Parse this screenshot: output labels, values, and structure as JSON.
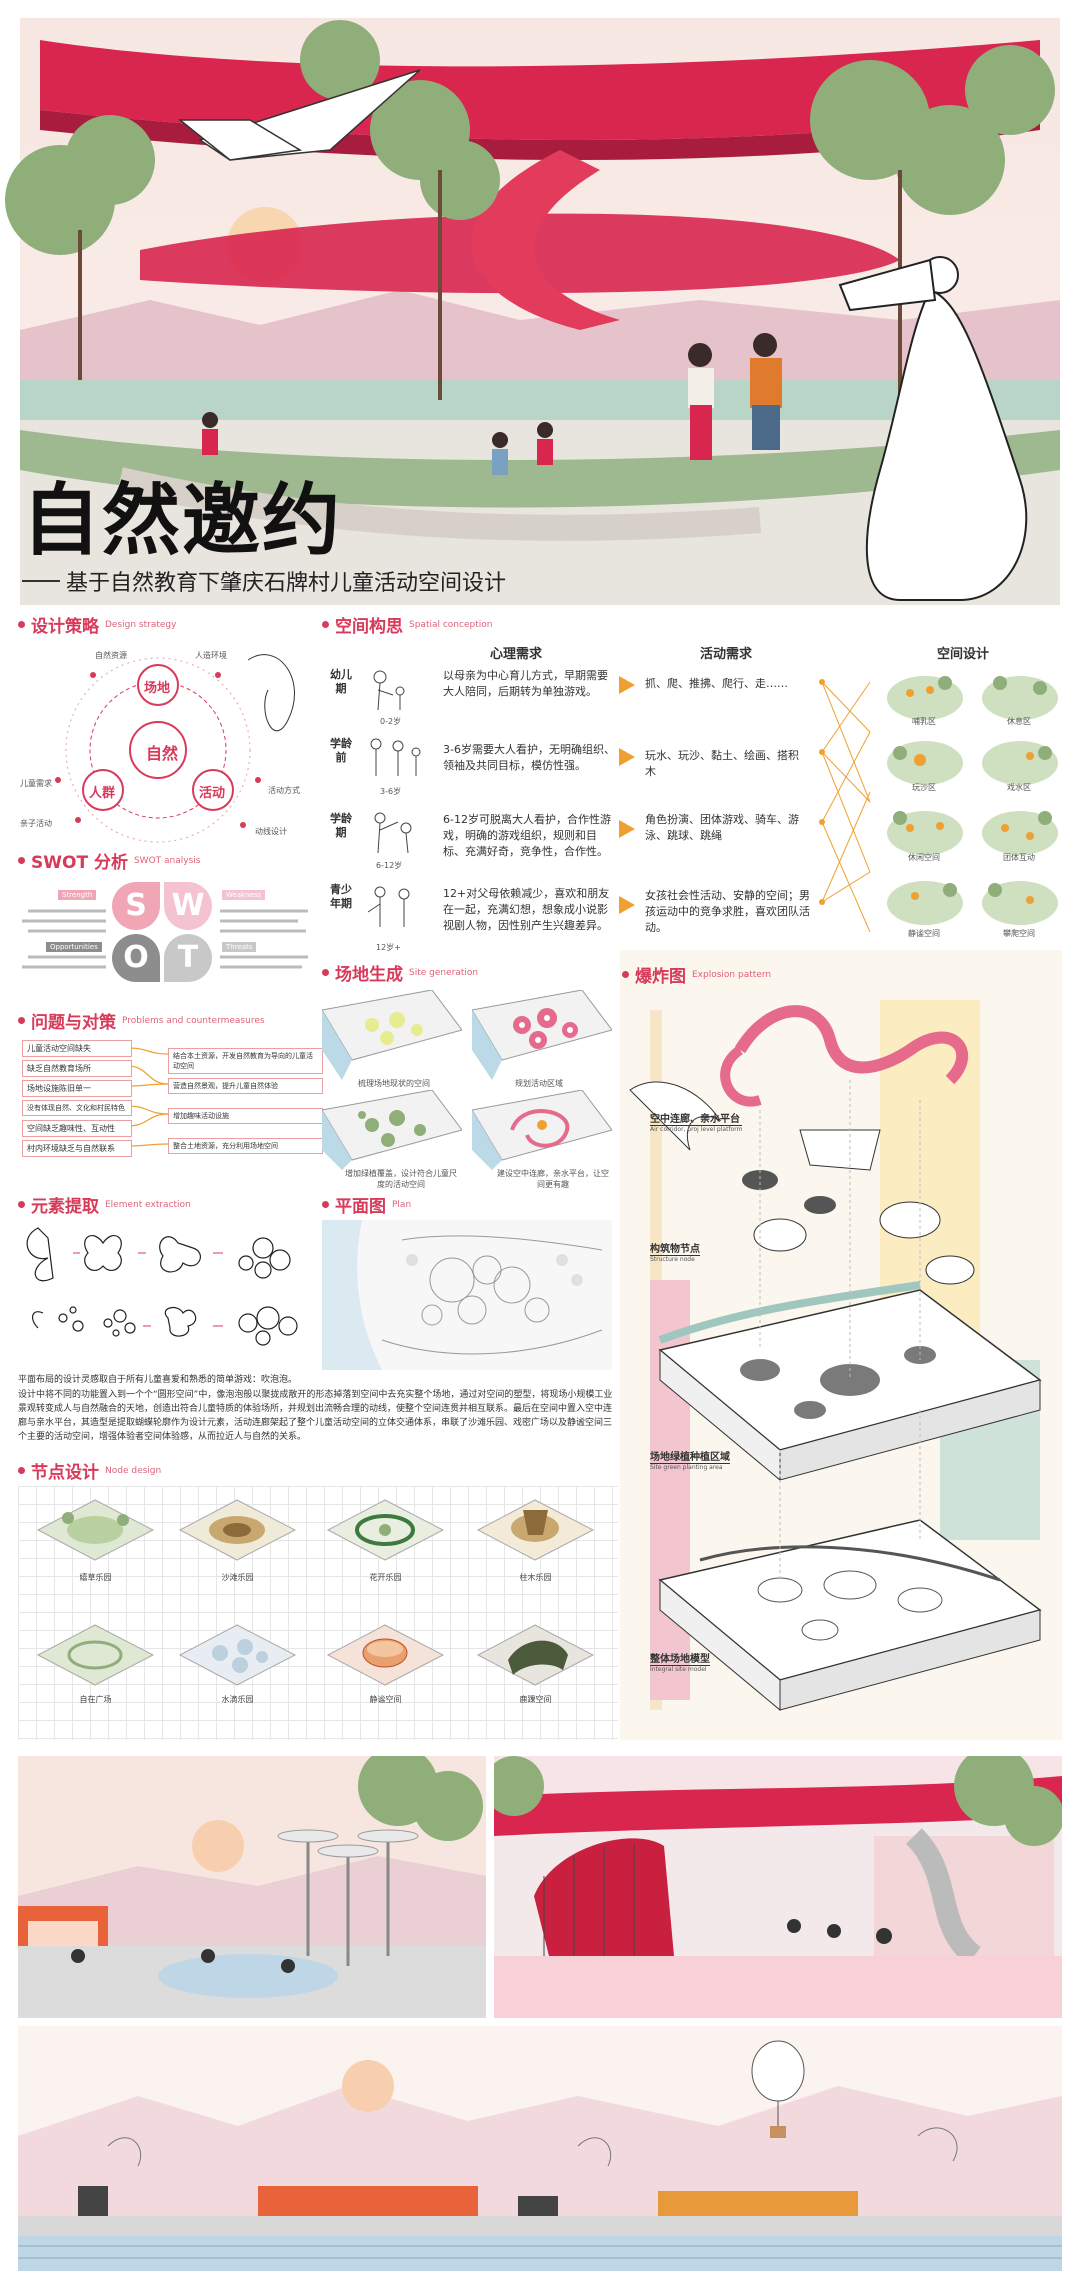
{
  "header": {
    "title": "自然邀约",
    "subtitle": "基于自然教育下肇庆石牌村儿童活动空间设计"
  },
  "colors": {
    "accent": "#d83a5a",
    "orange": "#f0a030",
    "green": "#8fb27a",
    "pink": "#f4c6cf",
    "cream": "#fbf0d7"
  },
  "strategy": {
    "title": "设计策略",
    "en": "Design strategy",
    "center": "自然",
    "nodes": [
      "场地",
      "人群",
      "活动"
    ],
    "labels": [
      "自然资源",
      "人造环境",
      "儿童需求",
      "亲子活动",
      "活动方式",
      "动线设计"
    ]
  },
  "swot": {
    "title": "SWOT 分析",
    "en": "SWOT analysis",
    "letters": [
      "S",
      "W",
      "O",
      "T"
    ],
    "tags": [
      "Strength",
      "Weakness",
      "Opportunities",
      "Threats"
    ]
  },
  "problems": {
    "title": "问题与对策",
    "en": "Problems and countermeasures",
    "left": [
      "儿童活动空间缺失",
      "缺乏自然教育场所",
      "场地设施陈旧单一",
      "没有体现自然、文化和村民特色",
      "空间缺乏趣味性、互动性",
      "村内环境缺乏与自然联系"
    ],
    "right": [
      "结合本土资源，开发自然教育为导向的儿童活动空间",
      "营造自然景观，提升儿童自然体验",
      "增加趣味活动设施",
      "整合土地资源，充分利用场地空间"
    ]
  },
  "element": {
    "title": "元素提取",
    "en": "Element extraction"
  },
  "concept": {
    "title": "空间构思",
    "en": "Spatial conception",
    "col_heads": [
      "心理需求",
      "活动需求",
      "空间设计"
    ],
    "rows": [
      {
        "stage": "幼儿期",
        "age": "0-2岁",
        "psych": "以母亲为中心育儿方式，早期需要大人陪同，后期转为单独游戏。",
        "act": "抓、爬、推拂、爬行、走……"
      },
      {
        "stage": "学龄前",
        "age": "3-6岁",
        "psych": "3-6岁需要大人看护，无明确组织、领袖及共同目标，模仿性强。",
        "act": "玩水、玩沙、黏土、绘画、搭积木"
      },
      {
        "stage": "学龄期",
        "age": "6-12岁",
        "psych": "6-12岁可脱离大人看护，合作性游戏，明确的游戏组织，规则和目标、充满好奇，竞争性，合作性。",
        "act": "角色扮演、团体游戏、骑车、游泳、跳球、跳绳"
      },
      {
        "stage": "青少年期",
        "age": "12岁+",
        "psych": "12+对父母依赖减少，喜欢和朋友在一起，充满幻想，想象成小说影视剧人物，因性别产生兴趣差异。",
        "act": "女孩社会性活动、安静的空间；男孩运动中的竞争求胜，喜欢团队活动。"
      }
    ],
    "space_labels": [
      "哺乳区",
      "休息区",
      "玩沙区",
      "戏水区",
      "休闲空间",
      "团体互动",
      "静谧空间",
      "攀爬空间"
    ]
  },
  "site": {
    "title": "场地生成",
    "en": "Site generation",
    "captions": [
      "梳理场地现状的空间",
      "规划活动区域",
      "增加绿植覆盖，设计符合儿童尺度的活动空间",
      "建设空中连廊，亲水平台，让空间更有趣"
    ]
  },
  "plan": {
    "title": "平面图",
    "en": "Plan",
    "desc1": "平面布局的设计灵感取自于所有儿童喜爱和熟悉的简单游戏：吹泡泡。",
    "desc2": "设计中将不同的功能置入到一个个“圆形空间”中，像泡泡般以聚拢成散开的形态掉落到空间中去充实整个场地，通过对空间的塑型，将现场小规模工业景观转变成人与自然融合的天地，创造出符合儿童特质的体验场所，并规划出流畅合理的动线，使整个空间连贯并相互联系。最后在空间中置入空中连廊与亲水平台，其造型是提取蝴蝶轮廓作为设计元素，活动连廊架起了整个儿童活动空间的立体交通体系，串联了沙滩乐园、戏密广场以及静谧空间三个主要的活动空间，增强体验者空间体验感，从而拉近人与自然的关系。"
  },
  "node": {
    "title": "节点设计",
    "en": "Node design",
    "names": [
      "嬉草乐园",
      "沙滩乐园",
      "花开乐园",
      "柱木乐园",
      "自在广场",
      "水滴乐园",
      "静谧空间",
      "鹿踝空间"
    ]
  },
  "explosion": {
    "title": "爆炸图",
    "en": "Explosion pattern",
    "labels": [
      {
        "cn": "空中连廊、亲水平台",
        "en": "Air corridor, proj level platform"
      },
      {
        "cn": "构筑物节点",
        "en": "Structure node"
      },
      {
        "cn": "场地绿植种植区域",
        "en": "Site green planting area"
      },
      {
        "cn": "整体场地模型",
        "en": "Integral site model"
      }
    ]
  }
}
